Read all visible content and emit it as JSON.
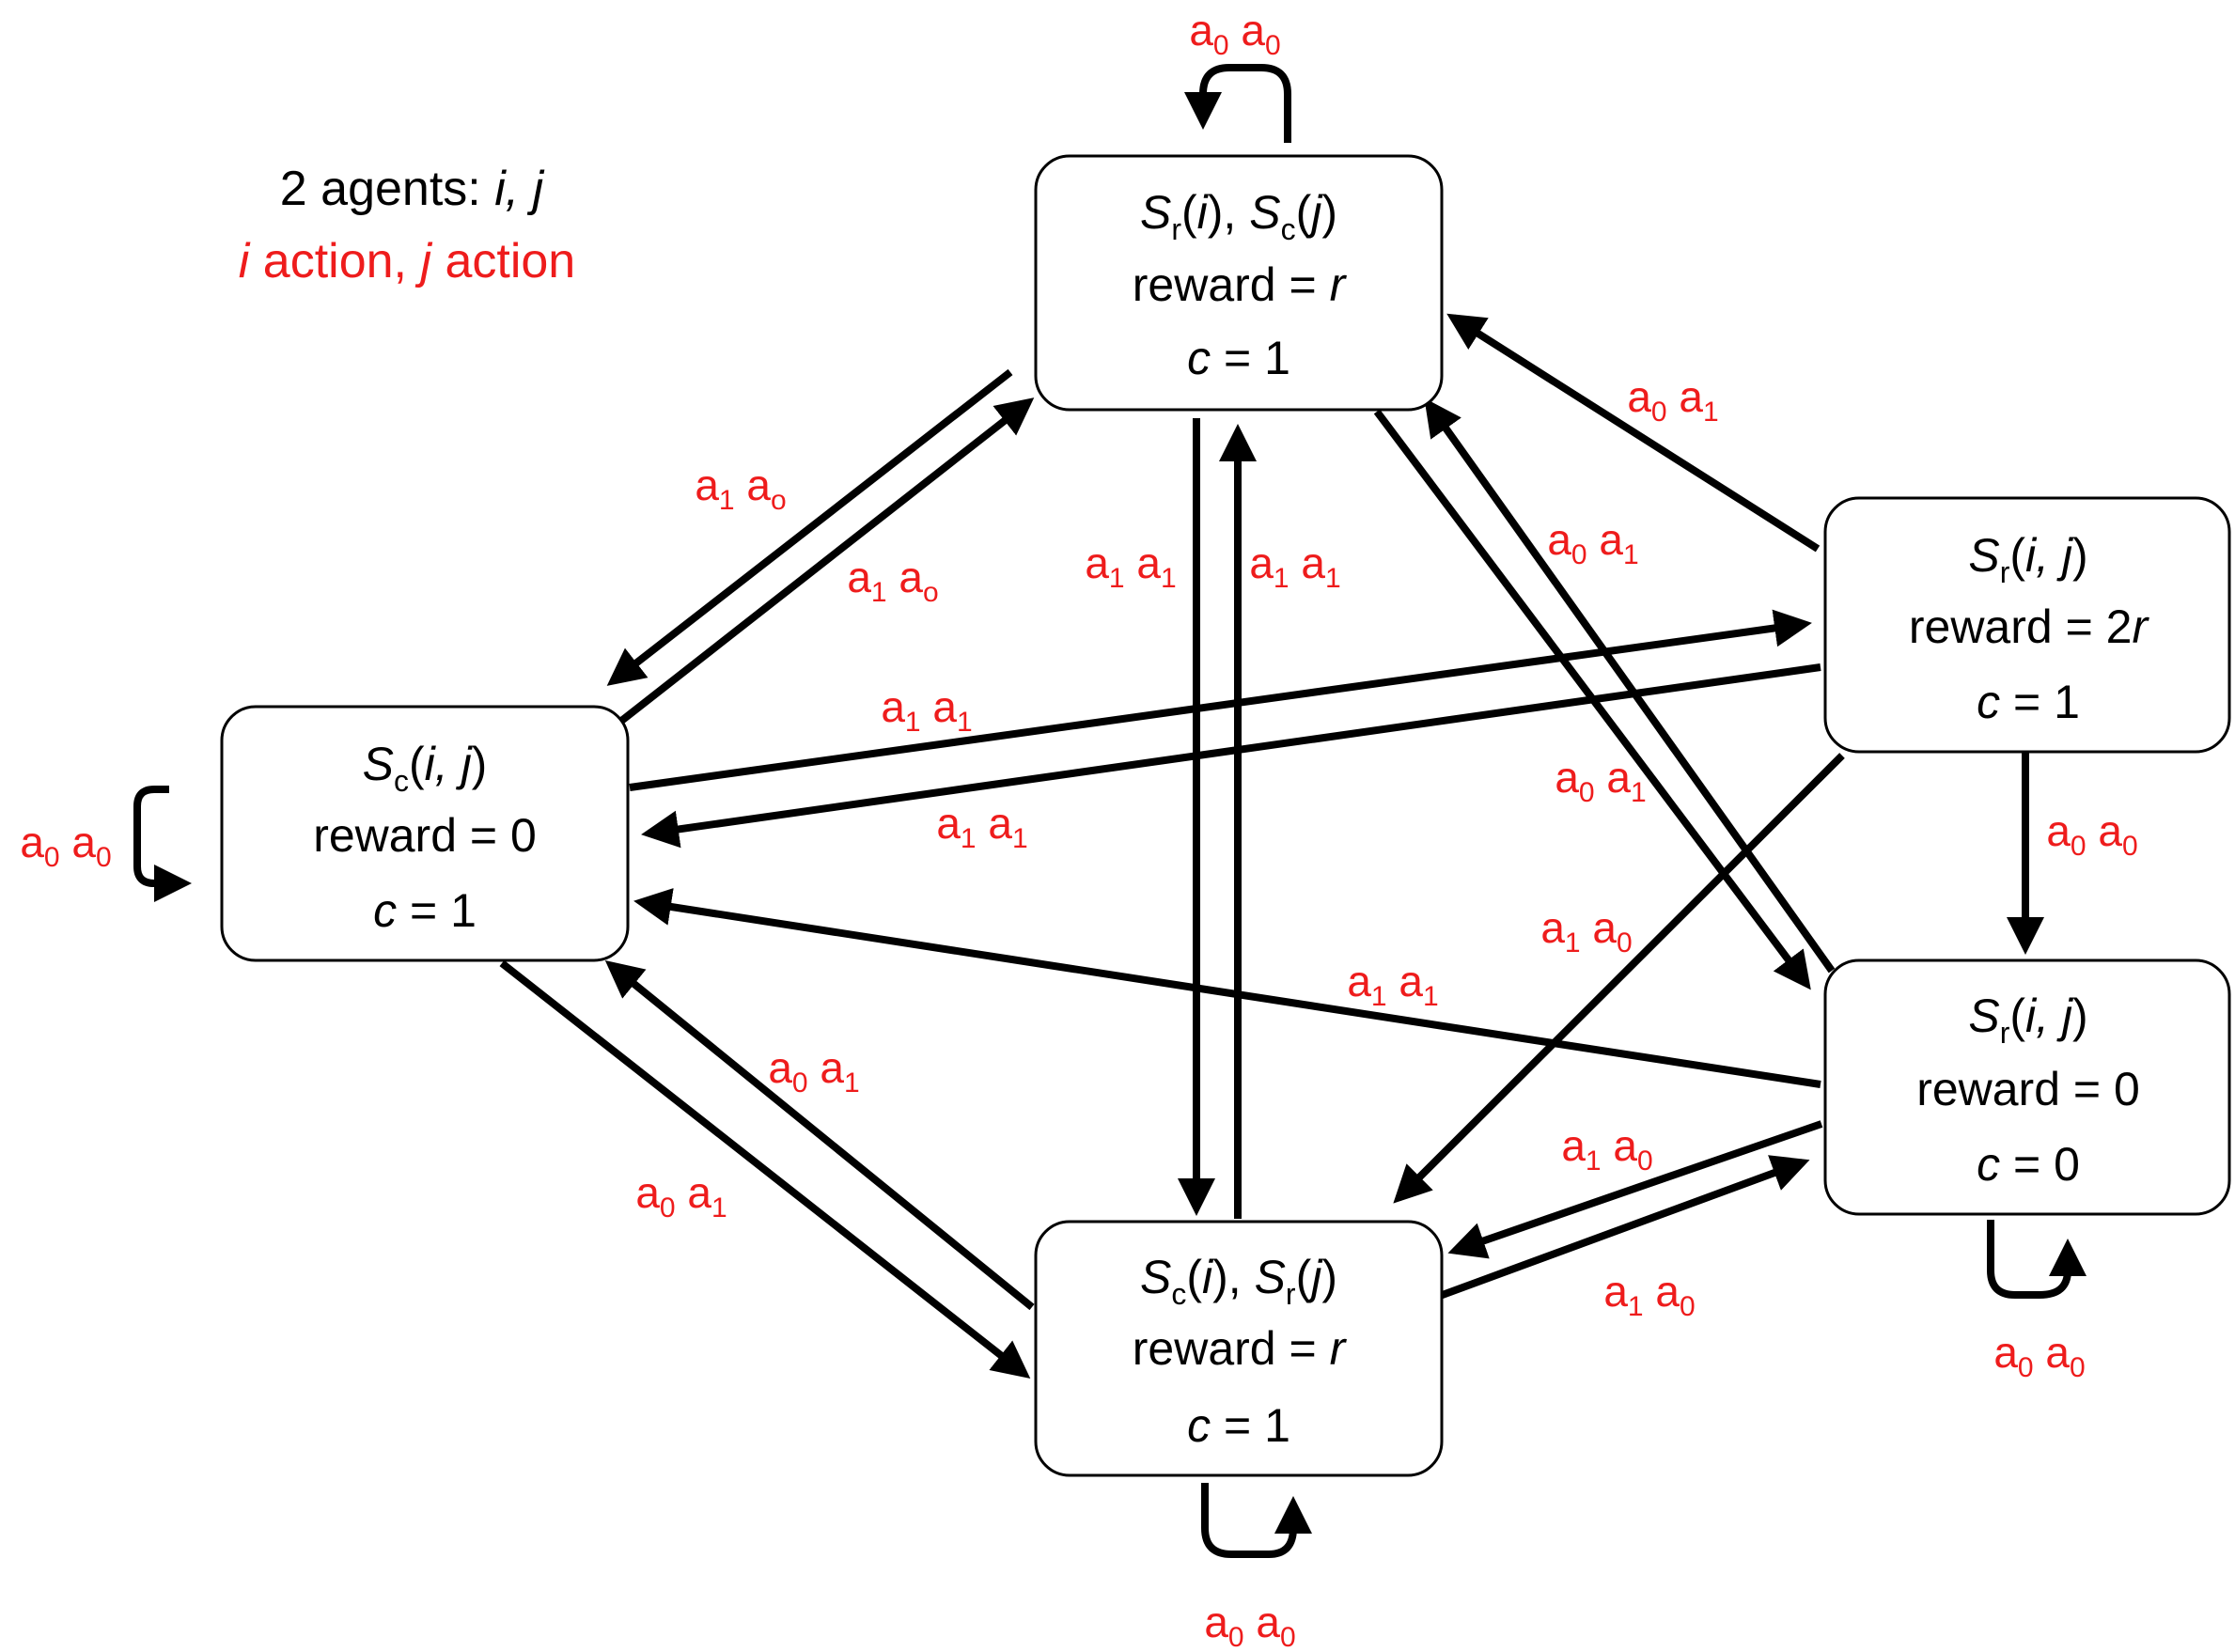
{
  "colors": {
    "label": "#ee1c1c",
    "ink": "#000000",
    "background": "#ffffff"
  },
  "legend": {
    "line1": {
      "prefix": "2 agents: ",
      "agents": "i, j"
    },
    "line2": {
      "i": "i",
      "mid": " action, ",
      "j": "j",
      "end": " action"
    }
  },
  "nodes": {
    "top": {
      "line1": [
        {
          "t": "S",
          "style": "i"
        },
        {
          "t": "r",
          "style": "sub"
        },
        {
          "t": "(",
          "style": "n"
        },
        {
          "t": "i",
          "style": "i"
        },
        {
          "t": "), ",
          "style": "n"
        },
        {
          "t": "S",
          "style": "i"
        },
        {
          "t": "c",
          "style": "sub"
        },
        {
          "t": "(",
          "style": "n"
        },
        {
          "t": "j",
          "style": "i"
        },
        {
          "t": ")",
          "style": "n"
        }
      ],
      "line2": [
        {
          "t": "reward = ",
          "style": "n"
        },
        {
          "t": "r",
          "style": "i"
        }
      ],
      "line3": [
        {
          "t": "c",
          "style": "i"
        },
        {
          "t": " = 1",
          "style": "n"
        }
      ]
    },
    "left": {
      "line1": [
        {
          "t": "S",
          "style": "i"
        },
        {
          "t": "c",
          "style": "sub"
        },
        {
          "t": "(",
          "style": "n"
        },
        {
          "t": "i, j",
          "style": "i"
        },
        {
          "t": ")",
          "style": "n"
        }
      ],
      "line2": [
        {
          "t": "reward = 0",
          "style": "n"
        }
      ],
      "line3": [
        {
          "t": "c",
          "style": "i"
        },
        {
          "t": " = 1",
          "style": "n"
        }
      ]
    },
    "bottom": {
      "line1": [
        {
          "t": "S",
          "style": "i"
        },
        {
          "t": "c",
          "style": "sub"
        },
        {
          "t": "(",
          "style": "n"
        },
        {
          "t": "i",
          "style": "i"
        },
        {
          "t": "), ",
          "style": "n"
        },
        {
          "t": "S",
          "style": "i"
        },
        {
          "t": "r",
          "style": "sub"
        },
        {
          "t": "(",
          "style": "n"
        },
        {
          "t": "j",
          "style": "i"
        },
        {
          "t": ")",
          "style": "n"
        }
      ],
      "line2": [
        {
          "t": "reward = ",
          "style": "n"
        },
        {
          "t": "r",
          "style": "i"
        }
      ],
      "line3": [
        {
          "t": "c",
          "style": "i"
        },
        {
          "t": " = 1",
          "style": "n"
        }
      ]
    },
    "right_top": {
      "line1": [
        {
          "t": "S",
          "style": "i"
        },
        {
          "t": "r",
          "style": "sub"
        },
        {
          "t": "(",
          "style": "n"
        },
        {
          "t": "i, j",
          "style": "i"
        },
        {
          "t": ")",
          "style": "n"
        }
      ],
      "line2": [
        {
          "t": "reward = 2",
          "style": "n"
        },
        {
          "t": "r",
          "style": "i"
        }
      ],
      "line3": [
        {
          "t": "c",
          "style": "i"
        },
        {
          "t": " = 1",
          "style": "n"
        }
      ]
    },
    "right_bottom": {
      "line1": [
        {
          "t": "S",
          "style": "i"
        },
        {
          "t": "r",
          "style": "sub"
        },
        {
          "t": "(",
          "style": "n"
        },
        {
          "t": "i, j",
          "style": "i"
        },
        {
          "t": ")",
          "style": "n"
        }
      ],
      "line2": [
        {
          "t": "reward = 0",
          "style": "n"
        }
      ],
      "line3": [
        {
          "t": "c",
          "style": "i"
        },
        {
          "t": " = 0",
          "style": "n"
        }
      ]
    }
  },
  "edge_labels": {
    "top_self": [
      "0",
      "0"
    ],
    "left_self": [
      "0",
      "0"
    ],
    "bottom_self": [
      "0",
      "0"
    ],
    "right_bottom_self": [
      "0",
      "0"
    ],
    "top_to_left": [
      "1",
      "o"
    ],
    "left_to_top": [
      "1",
      "o"
    ],
    "top_to_bottom": [
      "1",
      "1"
    ],
    "bottom_to_top": [
      "1",
      "1"
    ],
    "right_top_to_top": [
      "0",
      "1"
    ],
    "top_to_right_bottom": [
      "0",
      "1"
    ],
    "right_bottom_to_top": [
      "0",
      "1"
    ],
    "left_to_right_top": [
      "1",
      "1"
    ],
    "right_top_to_left": [
      "1",
      "1"
    ],
    "right_top_to_right_bottom": [
      "0",
      "0"
    ],
    "right_top_to_bottom": [
      "1",
      "0"
    ],
    "right_bottom_to_left": [
      "1",
      "1"
    ],
    "left_to_bottom": [
      "0",
      "1"
    ],
    "bottom_to_left": [
      "0",
      "1"
    ],
    "right_bottom_to_bottom": [
      "1",
      "0"
    ],
    "bottom_to_right_bottom": [
      "1",
      "0"
    ]
  }
}
